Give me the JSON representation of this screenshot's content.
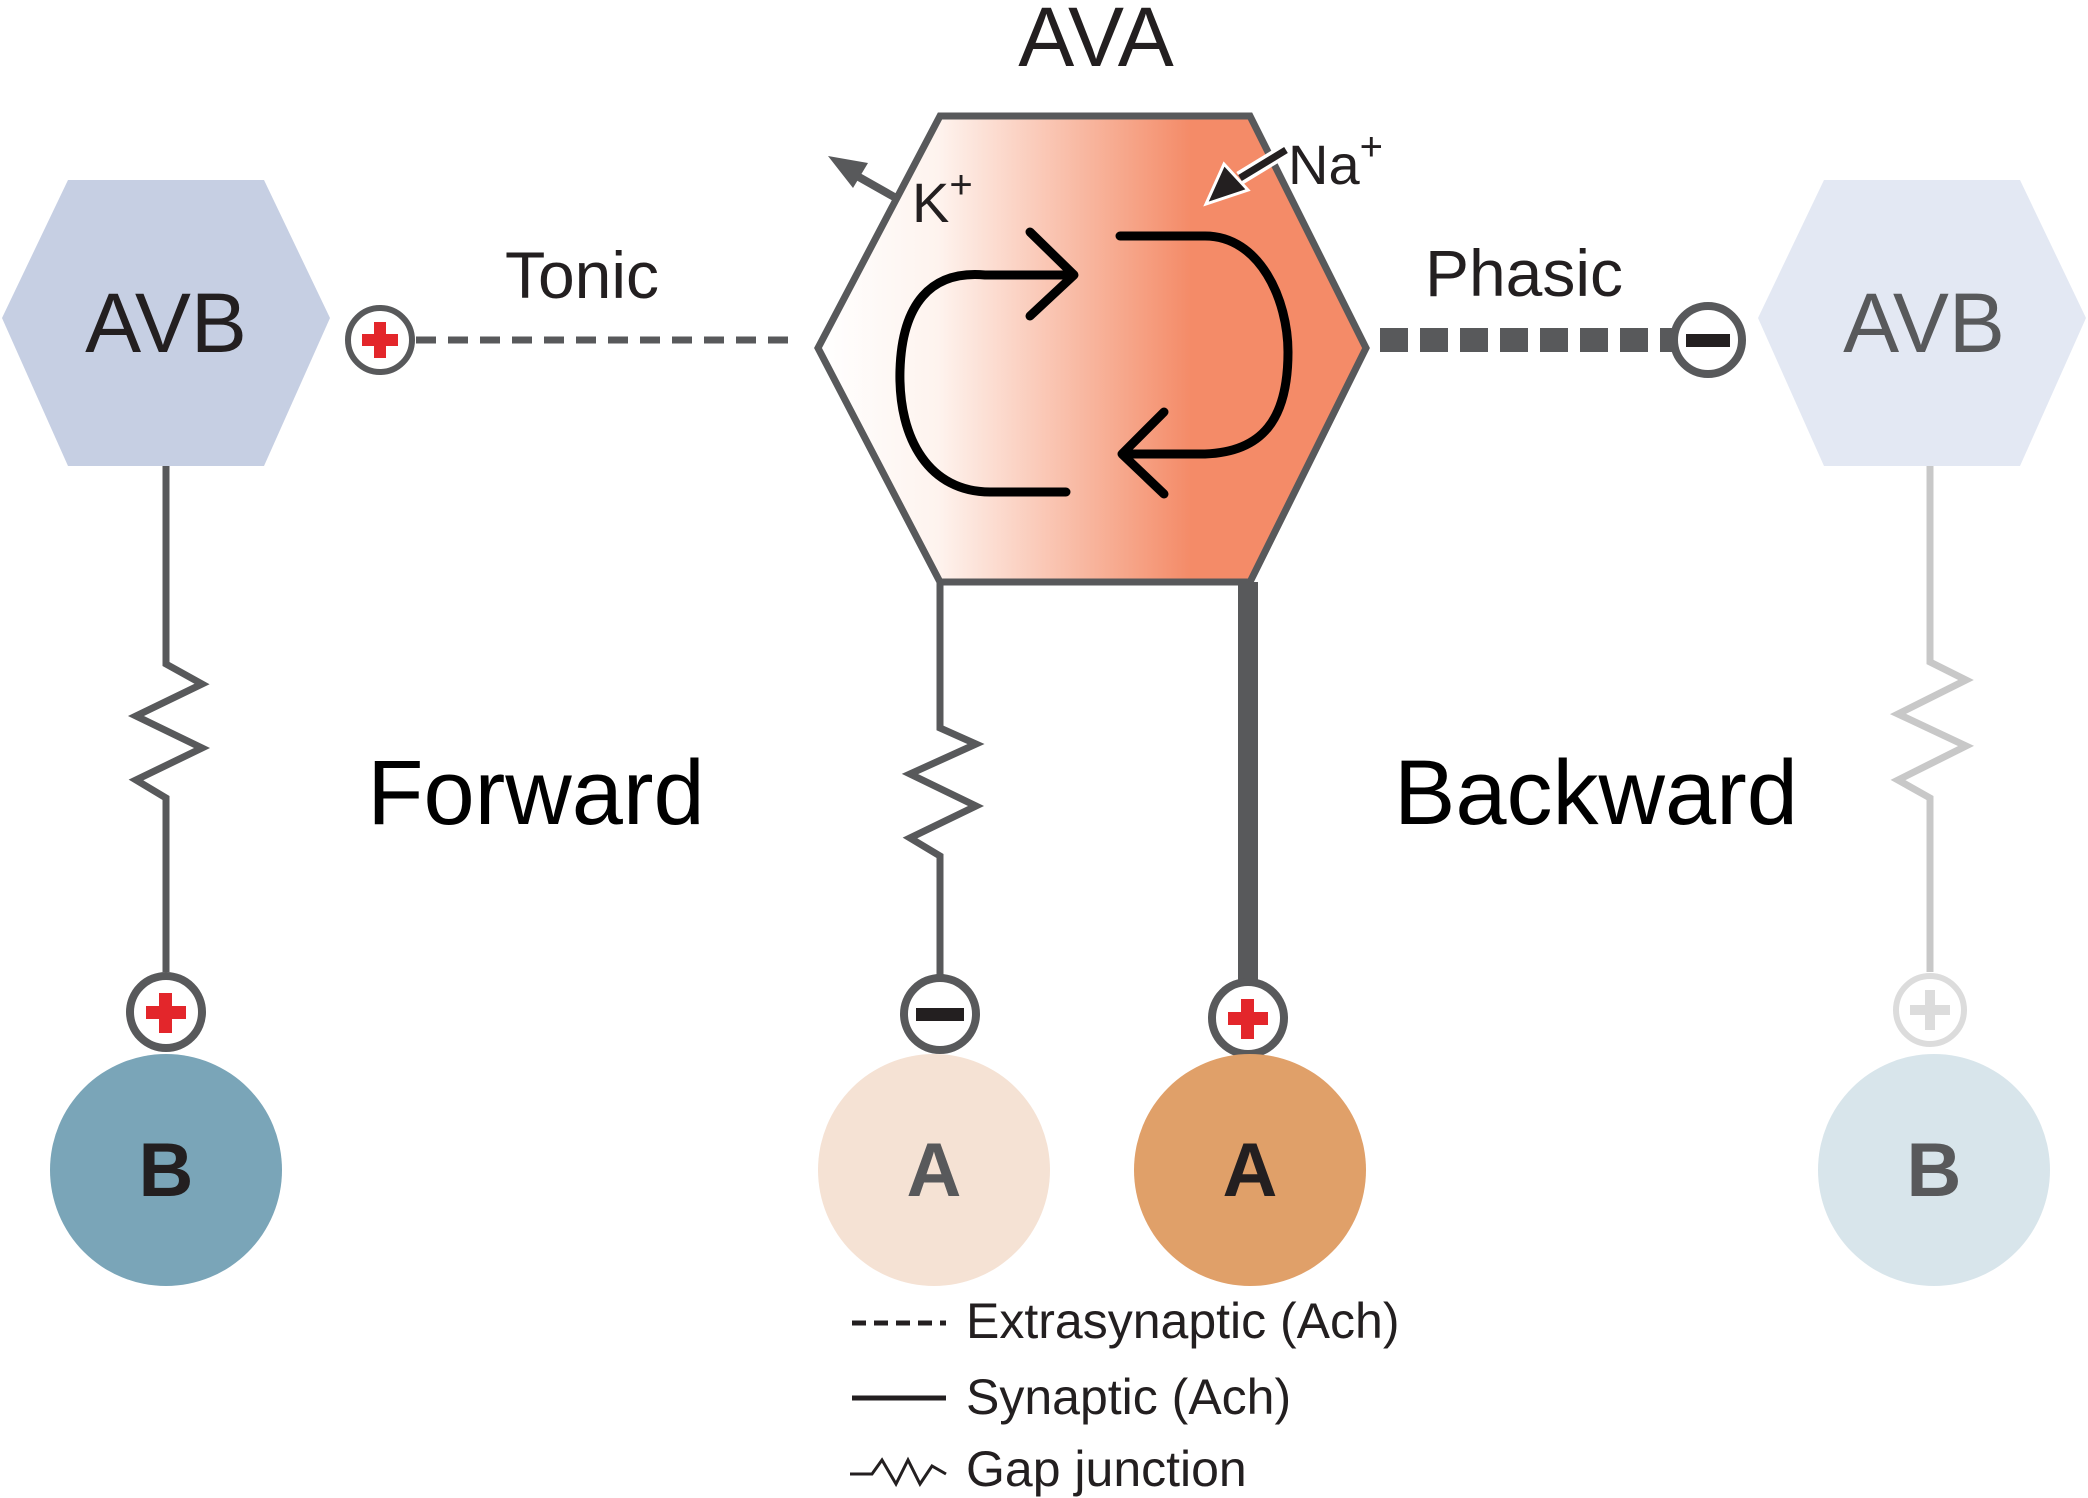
{
  "title": "AVA",
  "ions": {
    "k_base": "K",
    "k_sup": "+",
    "na_base": "Na",
    "na_sup": "+"
  },
  "connections": {
    "tonic": "Tonic",
    "phasic": "Phasic"
  },
  "directions": {
    "forward": "Forward",
    "backward": "Backward"
  },
  "neurons": {
    "avb_left": "AVB",
    "avb_right": "AVB",
    "b_left": "B",
    "b_right": "B",
    "a_light": "A",
    "a_dark": "A"
  },
  "legend": {
    "extrasynaptic": "Extrasynaptic (Ach)",
    "synaptic": "Synaptic (Ach)",
    "gap": "Gap junction"
  },
  "colors": {
    "line": "#58595b",
    "avb_left": "#c6cfe3",
    "avb_right": "#e3e8f3",
    "b_left": "#7aa5b8",
    "b_right": "#d8e5eb",
    "a_light": "#f5e2d4",
    "a_dark": "#e0a069",
    "ava_gradient_end": "#f48b68",
    "plus": "#e3262b",
    "faded": "#c8c8c8"
  }
}
